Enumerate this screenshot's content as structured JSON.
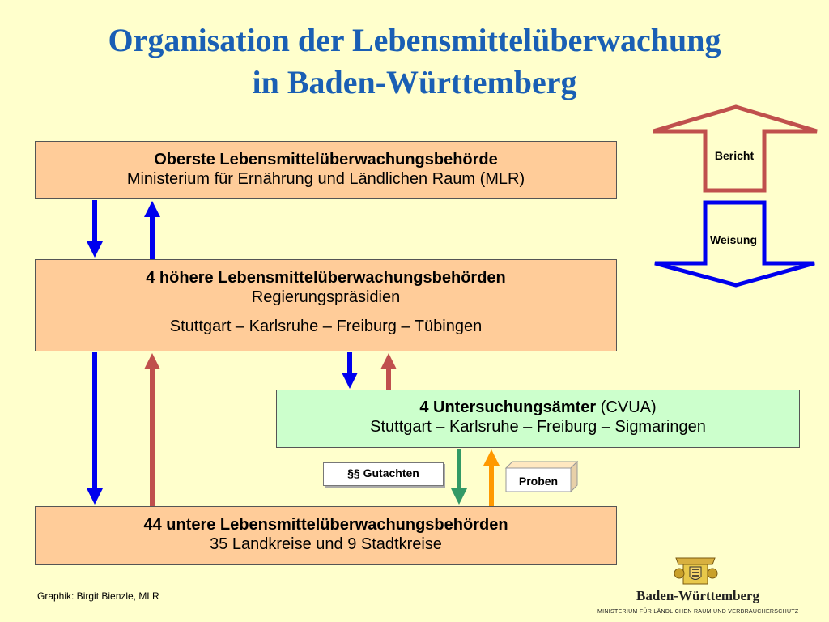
{
  "title": {
    "line1": "Organisation der Lebensmittelüberwachung",
    "line2": "in Baden-Württemberg"
  },
  "boxes": {
    "top": {
      "heading": "Oberste Lebensmittelüberwachungsbehörde",
      "sub": "Ministerium für Ernährung und Ländlichen Raum (MLR)"
    },
    "middle": {
      "heading": "4 höhere Lebensmittelüberwachungsbehörden",
      "sub": "Regierungspräsidien",
      "cities": "Stuttgart – Karlsruhe – Freiburg – Tübingen"
    },
    "labs": {
      "heading": "4 Untersuchungsämter",
      "abbr": " (CVUA)",
      "cities": "Stuttgart – Karlsruhe – Freiburg – Sigmaringen"
    },
    "bottom": {
      "heading": "44 untere Lebensmittelüberwachungsbehörden",
      "sub": "35 Landkreise und 9 Stadtkreise"
    }
  },
  "legend": {
    "report": "Bericht",
    "instruction": "Weisung"
  },
  "notes": {
    "expertise": "§§ Gutachten",
    "samples": "Proben"
  },
  "credit": "Graphik: Birgit Bienzle, MLR",
  "logo": {
    "name": "Baden-Württemberg",
    "ministry": "MINISTERIUM FÜR LÄNDLICHEN RAUM UND VERBRAUCHERSCHUTZ"
  },
  "colors": {
    "title": "#1a5fb4",
    "report_arrow": "#c0504d",
    "instruction_arrow": "#0000ee",
    "expertise_arrow": "#339966",
    "samples_arrow": "#ff9900",
    "box_fill": "#ffcc99",
    "labs_fill": "#ccffcc",
    "background": "#ffffcc"
  }
}
